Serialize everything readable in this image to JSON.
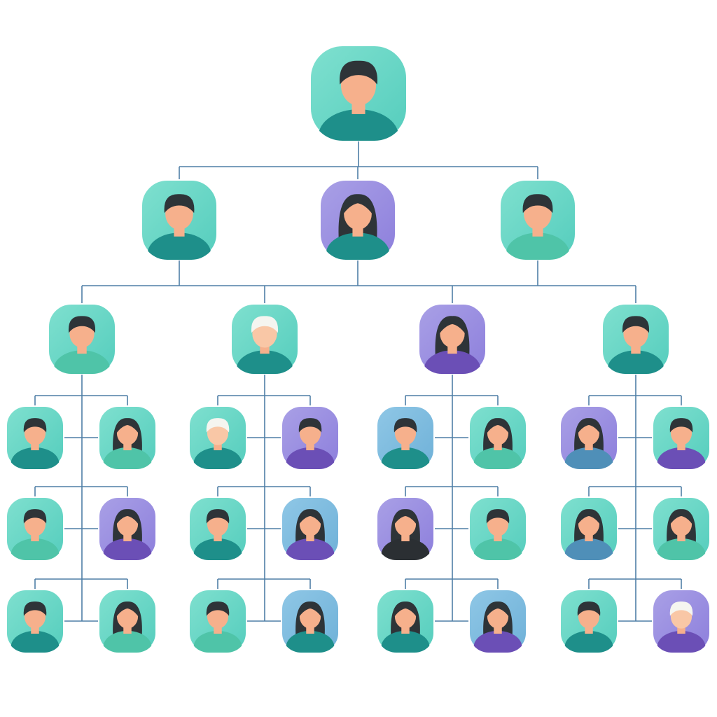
{
  "colors": {
    "line": "#4f7fa6",
    "background": "#ffffff",
    "skin": "#f6b08c",
    "skin_light": "#f9c7a6",
    "hair": "#2e3438",
    "hair_white": "#f5f5f0",
    "teal_light": "#7fe0cf",
    "teal_dark": "#1e8f8a",
    "purple_light": "#a9a0e6",
    "purple_dark": "#6b4fb6",
    "blue_light": "#8fc7e6",
    "body_dark": "#2b2f33"
  },
  "org": {
    "root": {
      "tone": "teal",
      "hair": "short",
      "body": "teal"
    },
    "level1": [
      {
        "tone": "teal",
        "hair": "short",
        "body": "teal"
      },
      {
        "tone": "purple",
        "hair": "long",
        "body": "teal"
      },
      {
        "tone": "teal",
        "hair": "short",
        "body": "mint"
      }
    ],
    "level2": [
      {
        "head": {
          "tone": "teal",
          "hair": "short",
          "body": "mint"
        },
        "rows": [
          [
            {
              "tone": "teal",
              "hair": "short",
              "body": "teal"
            },
            {
              "tone": "teal",
              "hair": "long",
              "body": "mint"
            }
          ],
          [
            {
              "tone": "teal",
              "hair": "short",
              "body": "mint"
            },
            {
              "tone": "purple",
              "hair": "long",
              "body": "purple"
            }
          ],
          [
            {
              "tone": "teal",
              "hair": "short",
              "body": "teal"
            },
            {
              "tone": "teal",
              "hair": "long",
              "body": "mint"
            }
          ]
        ]
      },
      {
        "head": {
          "tone": "teal",
          "hair": "white",
          "body": "teal"
        },
        "rows": [
          [
            {
              "tone": "teal",
              "hair": "white",
              "body": "teal"
            },
            {
              "tone": "purple",
              "hair": "short",
              "body": "purple"
            }
          ],
          [
            {
              "tone": "teal",
              "hair": "short",
              "body": "teal"
            },
            {
              "tone": "blue",
              "hair": "long",
              "body": "purple"
            }
          ],
          [
            {
              "tone": "teal",
              "hair": "short",
              "body": "mint"
            },
            {
              "tone": "blue",
              "hair": "long",
              "body": "teal"
            }
          ]
        ]
      },
      {
        "head": {
          "tone": "purple",
          "hair": "long",
          "body": "purple"
        },
        "rows": [
          [
            {
              "tone": "blue",
              "hair": "short",
              "body": "teal"
            },
            {
              "tone": "teal",
              "hair": "long",
              "body": "mint"
            }
          ],
          [
            {
              "tone": "purple",
              "hair": "long",
              "body": "dark"
            },
            {
              "tone": "teal",
              "hair": "short",
              "body": "mint"
            }
          ],
          [
            {
              "tone": "teal",
              "hair": "long",
              "body": "teal"
            },
            {
              "tone": "blue",
              "hair": "long",
              "body": "purple"
            }
          ]
        ]
      },
      {
        "head": {
          "tone": "teal",
          "hair": "short",
          "body": "teal"
        },
        "rows": [
          [
            {
              "tone": "purple",
              "hair": "long",
              "body": "blue"
            },
            {
              "tone": "teal",
              "hair": "short",
              "body": "purple"
            }
          ],
          [
            {
              "tone": "teal",
              "hair": "long",
              "body": "blue"
            },
            {
              "tone": "teal",
              "hair": "long",
              "body": "mint"
            }
          ],
          [
            {
              "tone": "teal",
              "hair": "short",
              "body": "teal"
            },
            {
              "tone": "purple",
              "hair": "white",
              "body": "purple"
            }
          ]
        ]
      }
    ]
  }
}
